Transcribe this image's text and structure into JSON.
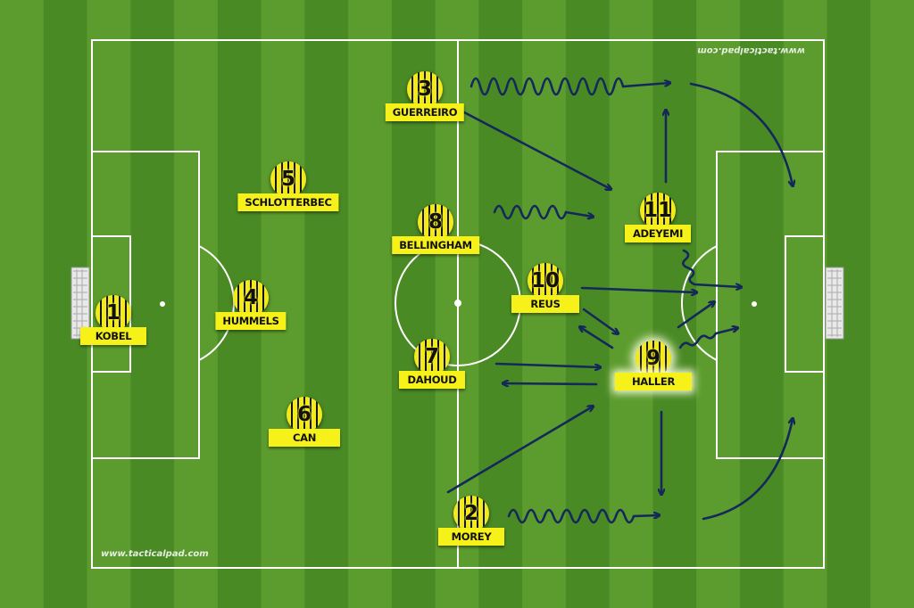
{
  "watermark_top": "www.tacticalpad.com",
  "watermark_bottom": "www.tacticalpad.com",
  "colors": {
    "grass_light": "#5c9c2e",
    "grass_dark": "#4a8a25",
    "lines": "#ffffff",
    "arrow": "#14295a",
    "shirt_yellow": "#f2ea1c",
    "label_yellow": "#f7f11a"
  },
  "players": [
    {
      "id": "kobel",
      "number": "1",
      "name": "KOBEL"
    },
    {
      "id": "hummels",
      "number": "4",
      "name": "HUMMELS"
    },
    {
      "id": "schlotterbec",
      "number": "5",
      "name": "SCHLOTTERBEC"
    },
    {
      "id": "can",
      "number": "6",
      "name": "CAN"
    },
    {
      "id": "guerreiro",
      "number": "3",
      "name": "GUERREIRO"
    },
    {
      "id": "bellingham",
      "number": "8",
      "name": "BELLINGHAM"
    },
    {
      "id": "dahoud",
      "number": "7",
      "name": "DAHOUD"
    },
    {
      "id": "morey",
      "number": "2",
      "name": "MOREY"
    },
    {
      "id": "reus",
      "number": "10",
      "name": "REUS"
    },
    {
      "id": "adeyemi",
      "number": "11",
      "name": "ADEYEMI"
    },
    {
      "id": "haller",
      "number": "9",
      "name": "HALLER"
    }
  ]
}
